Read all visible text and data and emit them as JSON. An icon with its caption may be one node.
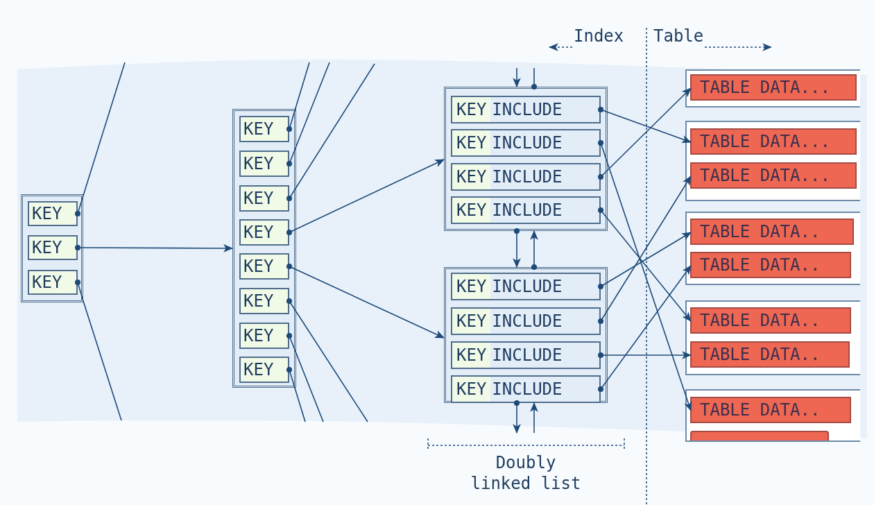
{
  "diagram": {
    "nodes": [
      {
        "text": [],
        "shape": "box"
      },
      {
        "text": [
          "KEY"
        ],
        "in": 0
      },
      {
        "text": [
          "KEY"
        ],
        "in": 0
      },
      {
        "text": [
          "KEY"
        ],
        "in": 0
      },
      {
        "text": [],
        "shape": "box"
      },
      {
        "text": [
          "KEY"
        ],
        "in": 4
      },
      {
        "text": [
          "KEY"
        ],
        "in": 4
      },
      {
        "text": [
          "KEY"
        ],
        "in": 4
      },
      {
        "text": [
          "KEY"
        ],
        "in": 4
      },
      {
        "text": [
          "KEY"
        ],
        "in": 4
      },
      {
        "text": [
          "KEY"
        ],
        "in": 4
      },
      {
        "text": [
          "KEY"
        ],
        "in": 4
      },
      {
        "text": [
          "KEY"
        ],
        "in": 4
      },
      {
        "text": [],
        "shape": "box"
      },
      {
        "text": [
          "KEY",
          "INCLUDE"
        ],
        "in": 13
      },
      {
        "text": [
          "KEY",
          "INCLUDE"
        ],
        "in": 13
      },
      {
        "text": [
          "KEY",
          "INCLUDE"
        ],
        "in": 13
      },
      {
        "text": [
          "KEY",
          "INCLUDE"
        ],
        "in": 13
      },
      {
        "text": [],
        "shape": "box"
      },
      {
        "text": [
          "KEY",
          "INCLUDE"
        ],
        "in": 18
      },
      {
        "text": [
          "KEY",
          "INCLUDE"
        ],
        "in": 18
      },
      {
        "text": [
          "KEY",
          "INCLUDE"
        ],
        "in": 18
      },
      {
        "text": [
          "KEY",
          "INCLUDE"
        ],
        "in": 18
      },
      {
        "text": [],
        "shape": "box"
      },
      {
        "text": [
          "TABLE DATA..."
        ],
        "in": 23
      },
      {
        "text": [],
        "shape": "box"
      },
      {
        "text": [
          "TABLE DATA..."
        ],
        "in": 25
      },
      {
        "text": [
          "TABLE DATA..."
        ],
        "in": 25
      },
      {
        "text": [],
        "shape": "box"
      },
      {
        "text": [
          "TABLE DATA.."
        ],
        "in": 28
      },
      {
        "text": [
          "TABLE DATA.."
        ],
        "in": 28
      },
      {
        "text": [],
        "shape": "box"
      },
      {
        "text": [
          "TABLE DATA.."
        ],
        "in": 31
      },
      {
        "text": [
          "TABLE DATA.."
        ],
        "in": 31
      },
      {
        "text": [],
        "shape": "box"
      },
      {
        "text": [
          "TABLE DATA.."
        ],
        "in": 34
      },
      {
        "text": [],
        "shape": "bar",
        "in": 34
      }
    ],
    "edges": [
      {
        "from": 2,
        "to": 4,
        "arrow": "to"
      },
      {
        "from": 1,
        "to": null,
        "arrow": "other"
      },
      {
        "from": 3,
        "to": null,
        "arrow": "other"
      },
      {
        "from": 5,
        "to": null,
        "arrow": "other"
      },
      {
        "from": 6,
        "to": null,
        "arrow": "other"
      },
      {
        "from": 7,
        "to": null,
        "arrow": "other"
      },
      {
        "from": 8,
        "to": 13,
        "arrow": "to"
      },
      {
        "from": 9,
        "to": 18,
        "arrow": "to"
      },
      {
        "from": 10,
        "to": null,
        "arrow": "other"
      },
      {
        "from": 11,
        "to": null,
        "arrow": "other"
      },
      {
        "from": 12,
        "to": null,
        "arrow": "other"
      },
      {
        "from": 14,
        "to": 26,
        "arrow": "to"
      },
      {
        "from": 15,
        "to": 35,
        "arrow": "to"
      },
      {
        "from": 16,
        "to": 24,
        "arrow": "to"
      },
      {
        "from": 17,
        "to": 32,
        "arrow": "to"
      },
      {
        "from": 19,
        "to": 29,
        "arrow": "to"
      },
      {
        "from": 20,
        "to": 27,
        "arrow": "to"
      },
      {
        "from": 21,
        "to": 33,
        "arrow": "to"
      },
      {
        "from": 22,
        "to": 30,
        "arrow": "to"
      },
      {
        "from": 13,
        "to": 18,
        "arrow": "to"
      },
      {
        "from": 18,
        "to": 13,
        "arrow": "to"
      },
      {
        "from": null,
        "to": 13,
        "arrow": "to"
      },
      {
        "from": 13,
        "to": null,
        "arrow": "other"
      },
      {
        "from": 18,
        "to": null,
        "arrow": "to"
      },
      {
        "from": null,
        "to": 18,
        "arrow": "to"
      }
    ],
    "labels": [
      "Index",
      "Table",
      "Doubly linked list"
    ]
  }
}
